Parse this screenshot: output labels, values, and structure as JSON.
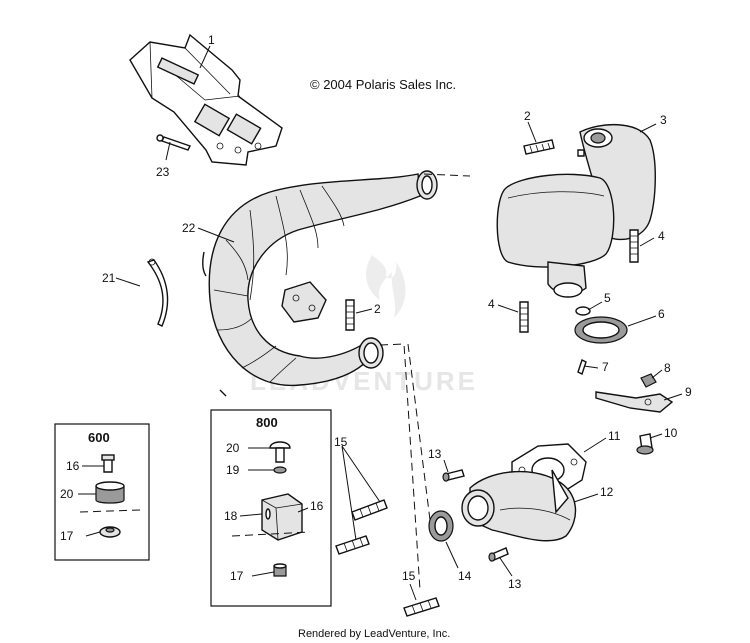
{
  "copyright": "© 2004 Polaris Sales Inc.",
  "footer": "Rendered by LeadVenture, Inc.",
  "watermark": "LEADVENTURE",
  "boxes": {
    "b600": {
      "title": "600"
    },
    "b800": {
      "title": "800"
    }
  },
  "callouts": [
    {
      "id": "c1",
      "text": "1"
    },
    {
      "id": "c2a",
      "text": "2"
    },
    {
      "id": "c2b",
      "text": "2"
    },
    {
      "id": "c3",
      "text": "3"
    },
    {
      "id": "c4a",
      "text": "4"
    },
    {
      "id": "c4b",
      "text": "4"
    },
    {
      "id": "c5",
      "text": "5"
    },
    {
      "id": "c6",
      "text": "6"
    },
    {
      "id": "c7",
      "text": "7"
    },
    {
      "id": "c8",
      "text": "8"
    },
    {
      "id": "c9",
      "text": "9"
    },
    {
      "id": "c10",
      "text": "10"
    },
    {
      "id": "c11",
      "text": "11"
    },
    {
      "id": "c12",
      "text": "12"
    },
    {
      "id": "c13a",
      "text": "13"
    },
    {
      "id": "c13b",
      "text": "13"
    },
    {
      "id": "c14",
      "text": "14"
    },
    {
      "id": "c15a",
      "text": "15"
    },
    {
      "id": "c15b",
      "text": "15"
    },
    {
      "id": "c16a",
      "text": "16"
    },
    {
      "id": "c16b",
      "text": "16"
    },
    {
      "id": "c17a",
      "text": "17"
    },
    {
      "id": "c17b",
      "text": "17"
    },
    {
      "id": "c18",
      "text": "18"
    },
    {
      "id": "c19",
      "text": "19"
    },
    {
      "id": "c20a",
      "text": "20"
    },
    {
      "id": "c20b",
      "text": "20"
    },
    {
      "id": "c21",
      "text": "21"
    },
    {
      "id": "c22",
      "text": "22"
    },
    {
      "id": "c23",
      "text": "23"
    }
  ]
}
